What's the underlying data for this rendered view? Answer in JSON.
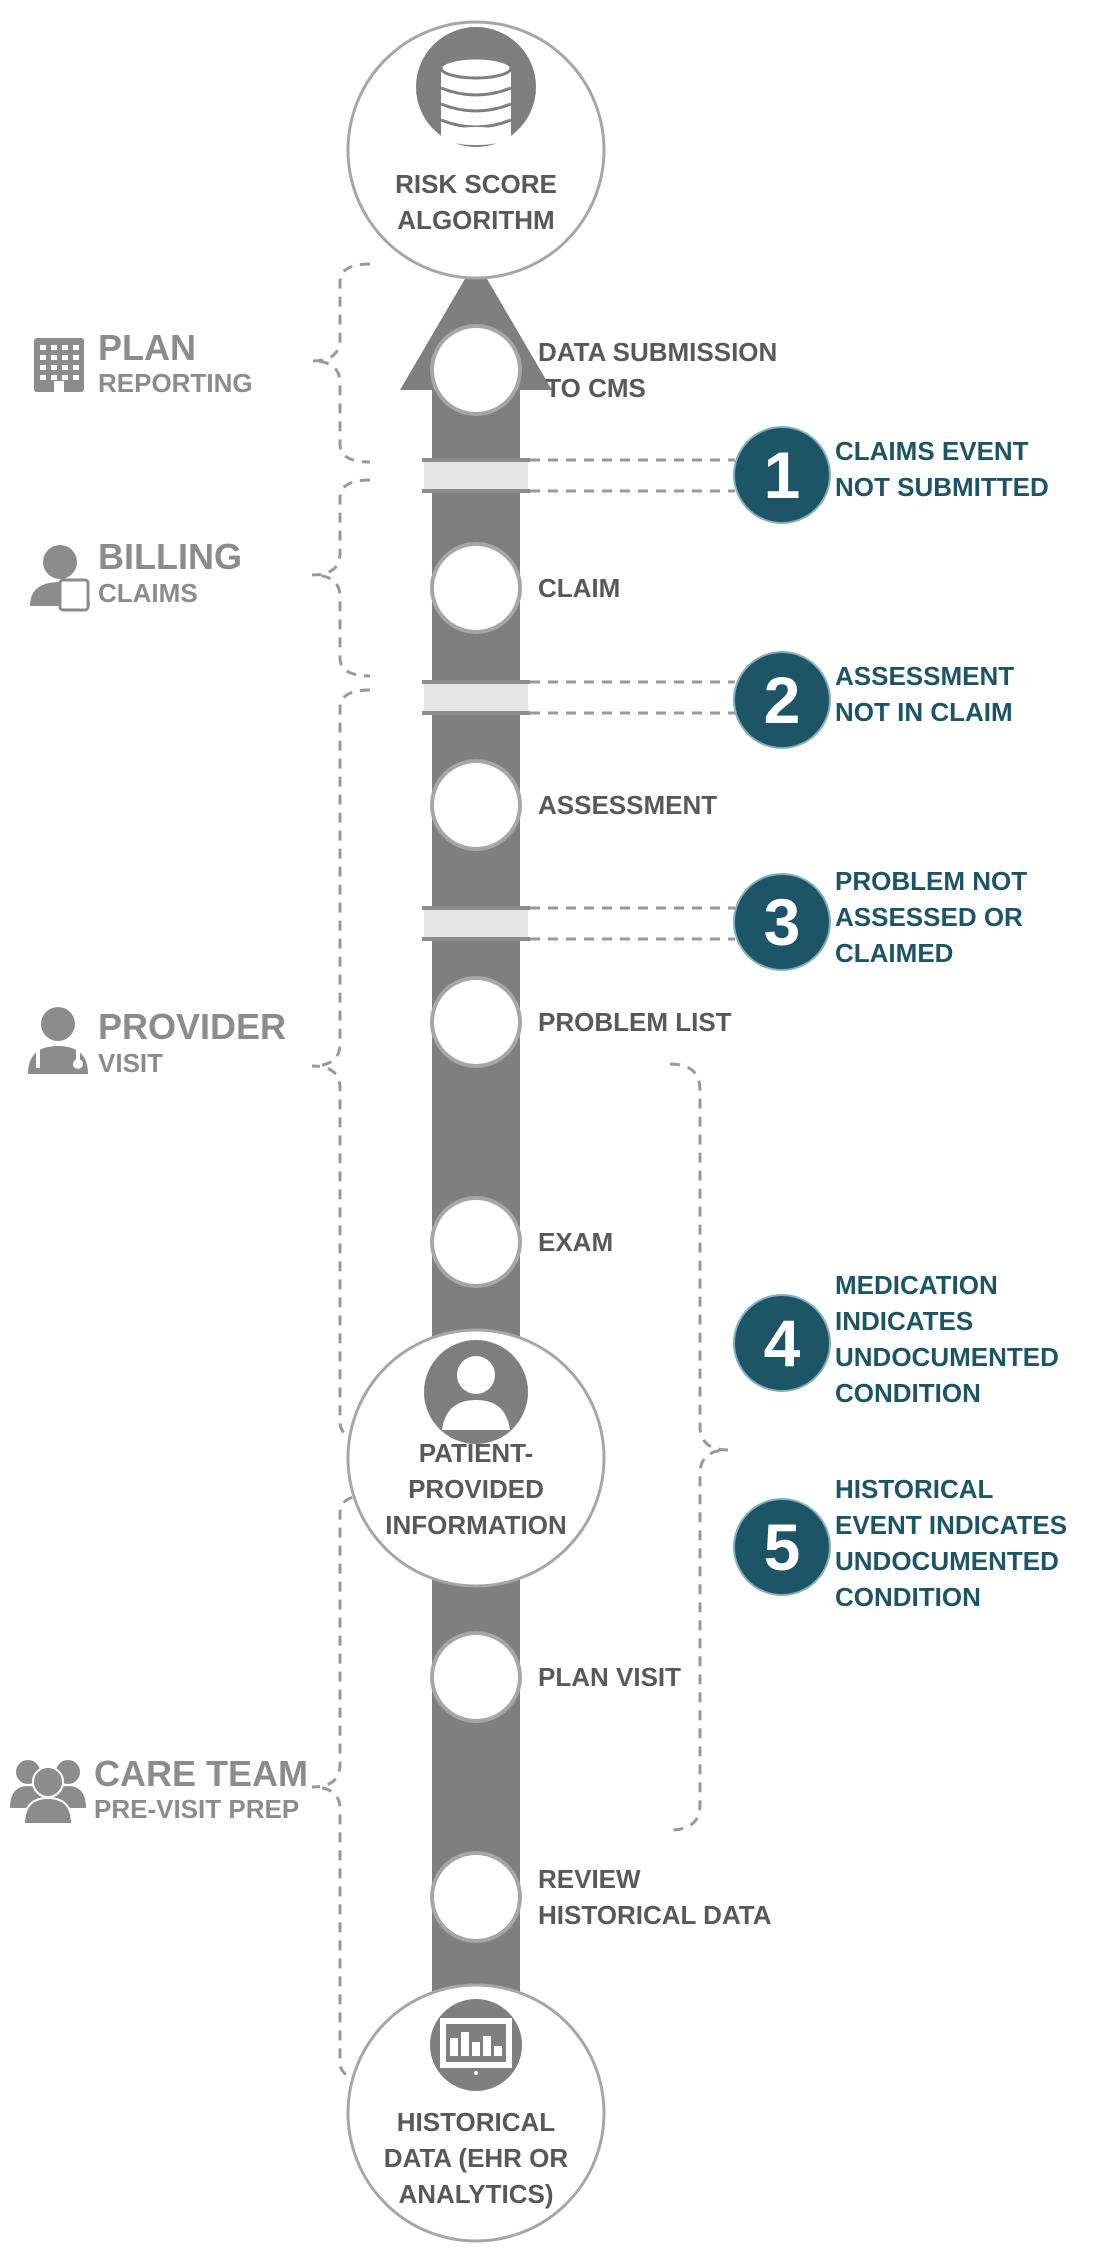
{
  "top_node": {
    "lines": [
      "RISK SCORE",
      "ALGORITHM"
    ],
    "icon": "database-icon"
  },
  "middle_node": {
    "lines": [
      "PATIENT-",
      "PROVIDED",
      "INFORMATION"
    ],
    "icon": "person-icon"
  },
  "bottom_node": {
    "lines": [
      "HISTORICAL",
      "DATA (EHR OR",
      "ANALYTICS)"
    ],
    "icon": "monitor-chart-icon"
  },
  "steps": [
    {
      "lines": [
        "DATA SUBMISSION",
        " TO CMS"
      ]
    },
    {
      "lines": [
        "CLAIM"
      ]
    },
    {
      "lines": [
        "ASSESSMENT"
      ]
    },
    {
      "lines": [
        "PROBLEM LIST"
      ]
    },
    {
      "lines": [
        "EXAM"
      ]
    },
    {
      "lines": [
        "PLAN VISIT"
      ]
    },
    {
      "lines": [
        "REVIEW",
        "HISTORICAL DATA"
      ]
    }
  ],
  "groups": [
    {
      "title": "PLAN",
      "subtitle": "REPORTING",
      "icon": "building-icon"
    },
    {
      "title": "BILLING",
      "subtitle": "CLAIMS",
      "icon": "billing-person-icon"
    },
    {
      "title": "PROVIDER",
      "subtitle": "VISIT",
      "icon": "doctor-icon"
    },
    {
      "title": "CARE TEAM",
      "subtitle": "PRE-VISIT PREP",
      "icon": "team-icon"
    }
  ],
  "gaps": [
    {
      "number": "1",
      "lines": [
        "CLAIMS EVENT",
        "NOT SUBMITTED"
      ]
    },
    {
      "number": "2",
      "lines": [
        "ASSESSMENT",
        "NOT IN CLAIM"
      ]
    },
    {
      "number": "3",
      "lines": [
        "PROBLEM NOT",
        "ASSESSED OR",
        "CLAIMED"
      ]
    },
    {
      "number": "4",
      "lines": [
        "MEDICATION",
        "INDICATES",
        "UNDOCUMENTED",
        "CONDITION"
      ]
    },
    {
      "number": "5",
      "lines": [
        "HISTORICAL",
        "EVENT INDICATES",
        "UNDOCUMENTED",
        "CONDITION"
      ]
    }
  ],
  "colors": {
    "arrow": "#7f7f7f",
    "node_border": "#a6a6a6",
    "group_text": "#8c8c8c",
    "step_text": "#595959",
    "gap_fill": "#1d5566",
    "gap_text": "#1d5566",
    "dashes": "#999999"
  }
}
